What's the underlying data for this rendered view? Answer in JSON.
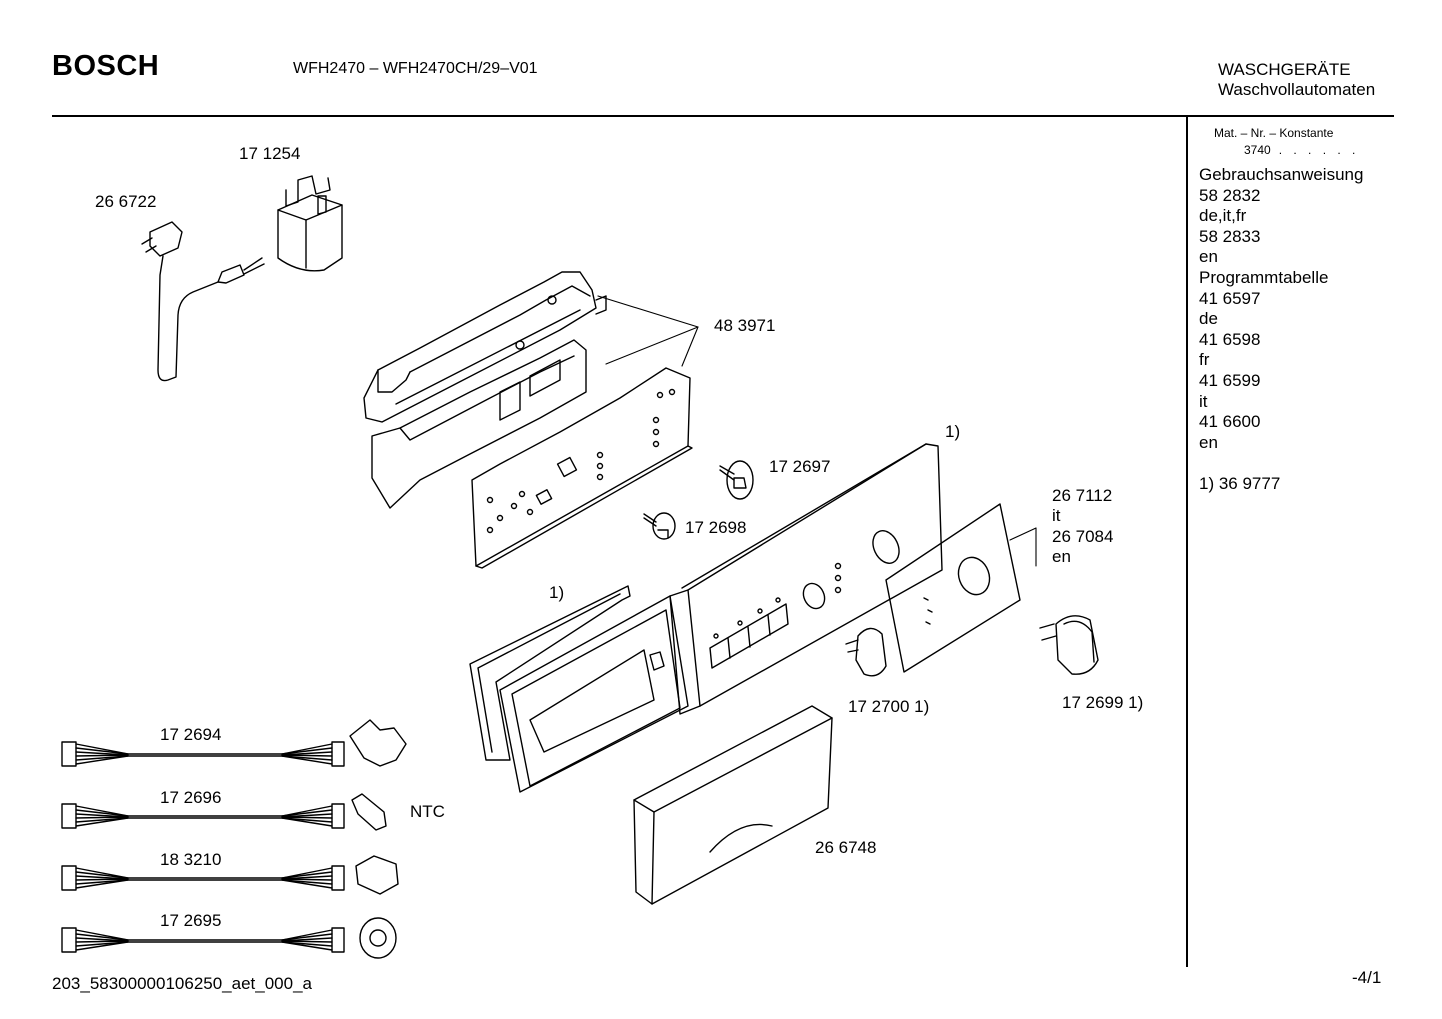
{
  "header": {
    "brand": "BOSCH",
    "model": "WFH2470 – WFH2470CH/29–V01",
    "category_line1": "WASCHGERÄTE",
    "category_line2": "Waschvollautomaten"
  },
  "sidebar": {
    "mat_label": "Mat. – Nr. – Konstante",
    "mat_value": "3740",
    "mat_dots": ". . . . . .",
    "lines": [
      "Gebrauchsanweisung",
      "58 2832",
      "de,it,fr",
      "58 2833",
      "en",
      "Programmtabelle",
      "41 6597",
      "de",
      "41 6598",
      "fr",
      "41 6599",
      "it",
      "41 6600",
      "en",
      "",
      "1) 36 9777"
    ]
  },
  "parts": {
    "p171254": "17 1254",
    "p266722": "26 6722",
    "p483971": "48 3971",
    "p172697": "17 2697",
    "p172698": "17 2698",
    "fn_top": "1)",
    "fn_gasket": "1)",
    "p267112": "26 7112",
    "p267112_lang": "it",
    "p267084": "26 7084",
    "p267084_lang": "en",
    "p172700": "17 2700 1)",
    "p172699": "17 2699 1)",
    "p266748": "26 6748",
    "p172694": "17 2694",
    "p172696": "17 2696",
    "ntc": "NTC",
    "p183210": "18 3210",
    "p172695": "17 2695"
  },
  "footer": {
    "file_id": "203_58300000106250_aet_000_a",
    "page": "-4/1"
  }
}
